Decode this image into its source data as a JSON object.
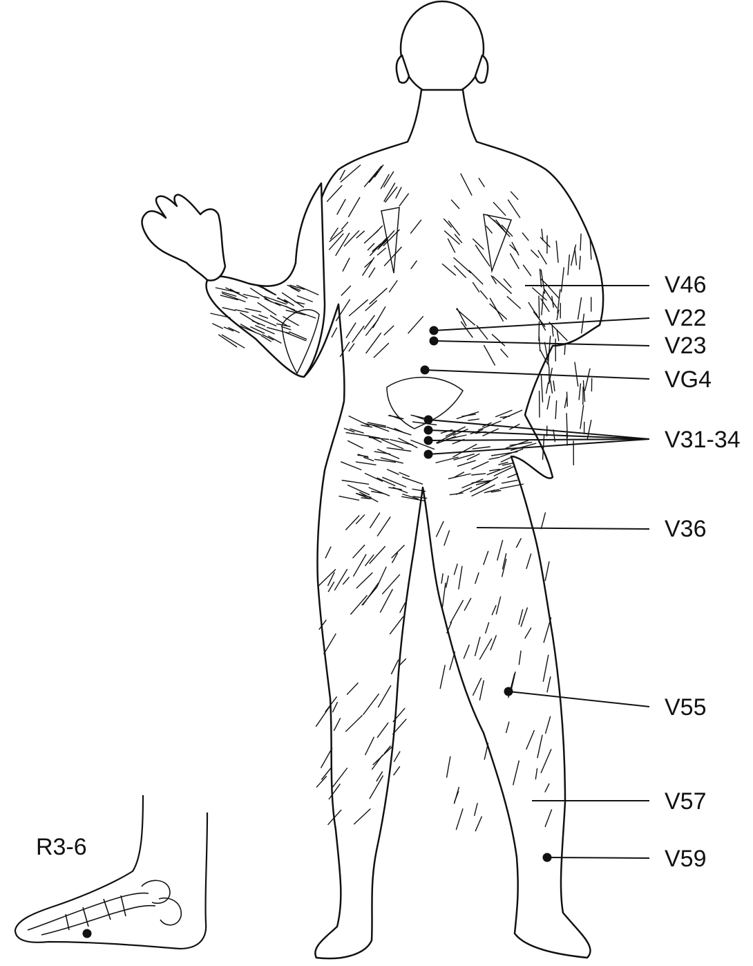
{
  "colors": {
    "ink": "#111111",
    "paper": "#ffffff",
    "skin": "#ffffff"
  },
  "labels": {
    "v46": "V46",
    "v22": "V22",
    "v23": "V23",
    "vg4": "VG4",
    "v31_34": "V31-34",
    "v36": "V36",
    "v55": "V55",
    "v57": "V57",
    "v59": "V59",
    "r3_6": "R3-6"
  }
}
